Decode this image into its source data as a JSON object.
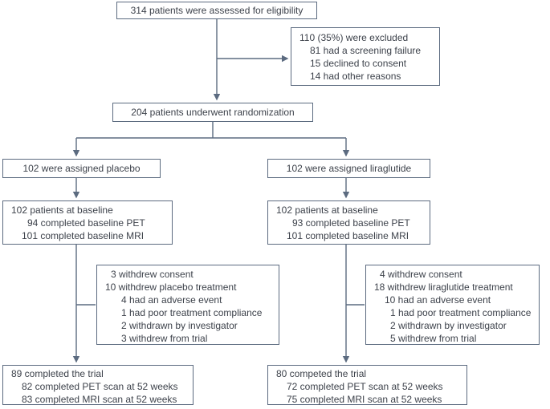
{
  "colors": {
    "line": "#5c6b80",
    "text": "#3d424b",
    "box_background": "#ffffff",
    "page_background": "#ffffff"
  },
  "boxes": {
    "eligibility": {
      "lines": [
        "314 patients were assessed for eligibility"
      ]
    },
    "excluded": {
      "lines": [
        "110 (35%) were excluded",
        "81 had a screening failure",
        "15 declined to consent",
        "14 had other reasons"
      ]
    },
    "randomization": {
      "lines": [
        "204 patients underwent randomization"
      ]
    },
    "placebo_assigned": {
      "lines": [
        "102 were assigned placebo"
      ]
    },
    "liraglutide_assigned": {
      "lines": [
        "102 were assigned liraglutide"
      ]
    },
    "placebo_baseline": {
      "lines": [
        "102 patients at baseline",
        "94 completed baseline PET",
        "101 completed baseline MRI"
      ]
    },
    "liraglutide_baseline": {
      "lines": [
        "102 patients at baseline",
        "93 completed baseline PET",
        "101 completed baseline MRI"
      ]
    },
    "placebo_withdrawals": {
      "lines": [
        "3 withdrew consent",
        "10 withdrew placebo treatment",
        "4 had an adverse event",
        "1 had poor treatment compliance",
        "2 withdrawn by investigator",
        "3 withdrew from trial"
      ]
    },
    "liraglutide_withdrawals": {
      "lines": [
        "4 withdrew consent",
        "18 withdrew liraglutide treatment",
        "10 had an adverse event",
        "1 had poor treatment compliance",
        "2 withdrawn by investigator",
        "5 withdrew from trial"
      ]
    },
    "placebo_completed": {
      "lines": [
        "89 completed the trial",
        "82 completed PET scan at 52 weeks",
        "83 completed MRI scan at 52 weeks"
      ]
    },
    "liraglutide_completed": {
      "lines": [
        "80 competed the trial",
        "72 completed PET scan at 52 weeks",
        "75 completed MRI scan at 52 weeks"
      ]
    }
  }
}
